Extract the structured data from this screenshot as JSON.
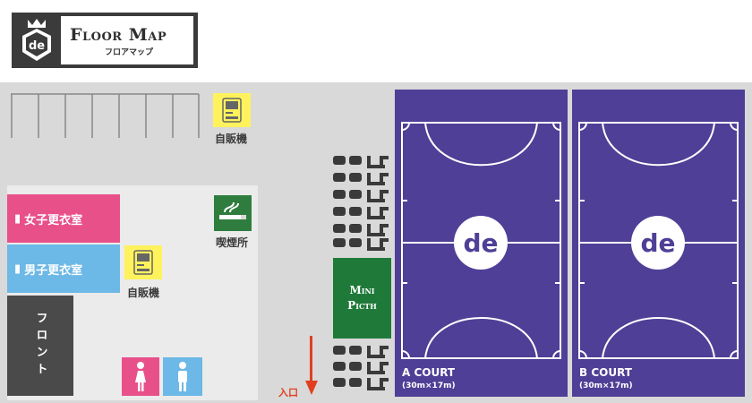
{
  "header": {
    "title": "Floor Map",
    "subtitle": "フロアマップ",
    "logo_text": "de"
  },
  "areas": {
    "vending_top_label": "自販機",
    "vending_mid_label": "自販機",
    "smoking_label": "喫煙所",
    "women_locker": "女子更衣室",
    "men_locker": "男子更衣室",
    "front_desk": "フロント",
    "mini_pitch": [
      "Mini",
      "Picth"
    ],
    "entrance": "入口"
  },
  "courts": [
    {
      "name": "A COURT",
      "size": "(30m×17m)",
      "logo": "de"
    },
    {
      "name": "B COURT",
      "size": "(30m×17m)",
      "logo": "de"
    }
  ],
  "colors": {
    "court": "#4f3f96",
    "mini_pitch": "#1f7a3a",
    "women": "#e8508a",
    "men": "#6cb8e6",
    "vending": "#fff25c",
    "front": "#4a4a4a",
    "entrance_arrow": "#e0401f"
  }
}
